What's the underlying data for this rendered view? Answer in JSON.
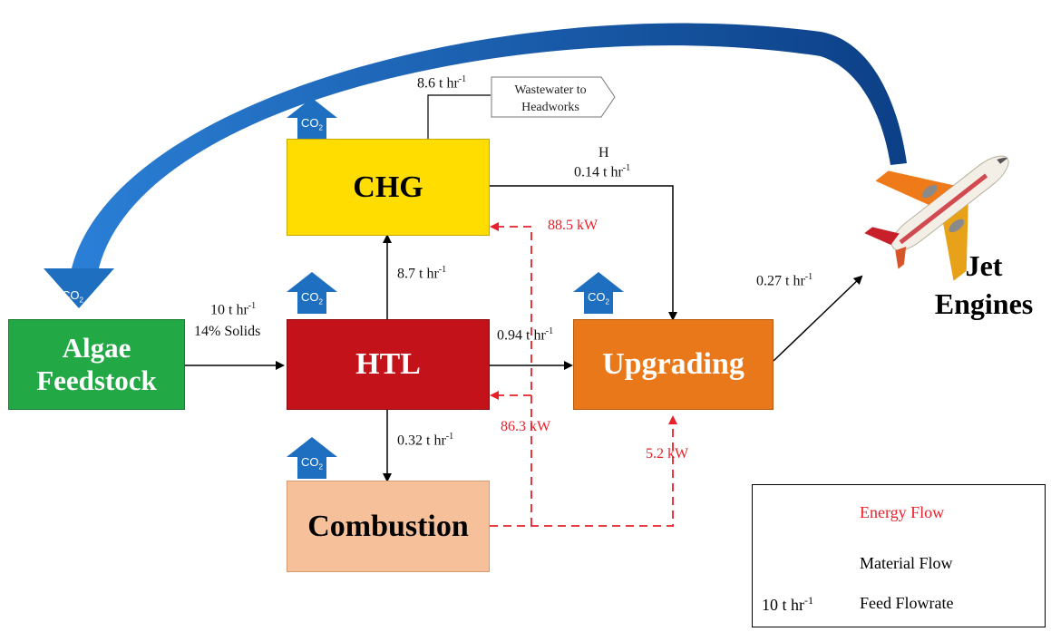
{
  "nodes": {
    "chg": {
      "label": "CHG",
      "color": "#ffdd00"
    },
    "htl": {
      "label": "HTL",
      "color": "#c4121a"
    },
    "upgrading": {
      "label": "Upgrading",
      "color": "#e8781a"
    },
    "combustion": {
      "label": "Combustion",
      "color": "#f6c09a"
    },
    "algae": {
      "label_line1": "Algae",
      "label_line2": "Feedstock",
      "color": "#22a844"
    },
    "wastewater": {
      "label_line1": "Wastewater to",
      "label_line2": "Headworks"
    },
    "jet": {
      "label_line1": "Jet",
      "label_line2": "Engines"
    }
  },
  "co2_label": "CO",
  "co2_sub": "2",
  "flows": {
    "wastewater_rate": "8.6 t hr",
    "h_label": "H",
    "hydrogen_rate": "0.14 t hr",
    "htl_to_chg_rate": "8.7 t hr",
    "feed_rate": "10 t hr",
    "feed_solids": "14% Solids",
    "htl_to_upgrading_rate": "0.94 t hr",
    "htl_to_combustion_rate": "0.32 t hr",
    "upgrading_to_jet_rate": "0.27 t hr",
    "unit_exponent": "-1"
  },
  "energy": {
    "to_chg": "88.5 kW",
    "to_htl": "86.3 kW",
    "to_upgrading": "5.2 kW"
  },
  "legend": {
    "energy_flow": "Energy Flow",
    "material_flow": "Material Flow",
    "feed_example": "10 t hr",
    "feed_exponent": "-1",
    "feed_flowrate": "Feed Flowrate"
  },
  "colors": {
    "energy_line": "#e8202a",
    "co2_arrow": "#1f6fc0",
    "material_line": "#000000"
  }
}
